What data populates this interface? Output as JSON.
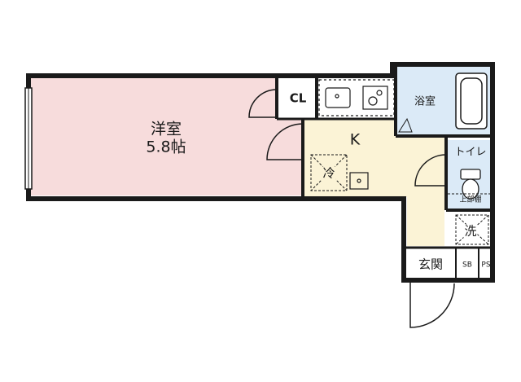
{
  "colors": {
    "wall": "#1a1a1a",
    "western_room_fill": "#f7dcdc",
    "kitchen_fill": "#fbf3d6",
    "wet_area_fill": "#dbeaf7",
    "white_area_fill": "#ffffff"
  },
  "rooms": {
    "western_room": {
      "name": "洋室",
      "area": "5.8帖"
    },
    "closet": {
      "label": "CL"
    },
    "bathroom": {
      "label": "浴室"
    },
    "kitchen": {
      "label": "K"
    },
    "toilet": {
      "label": "トイレ",
      "shelf_label": "上部棚"
    },
    "fridge": {
      "label": "冷"
    },
    "washer": {
      "label": "洗"
    },
    "entrance": {
      "label": "玄関"
    },
    "shoe_box": {
      "label": "SB"
    },
    "pipe_space": {
      "label": "PS"
    }
  }
}
